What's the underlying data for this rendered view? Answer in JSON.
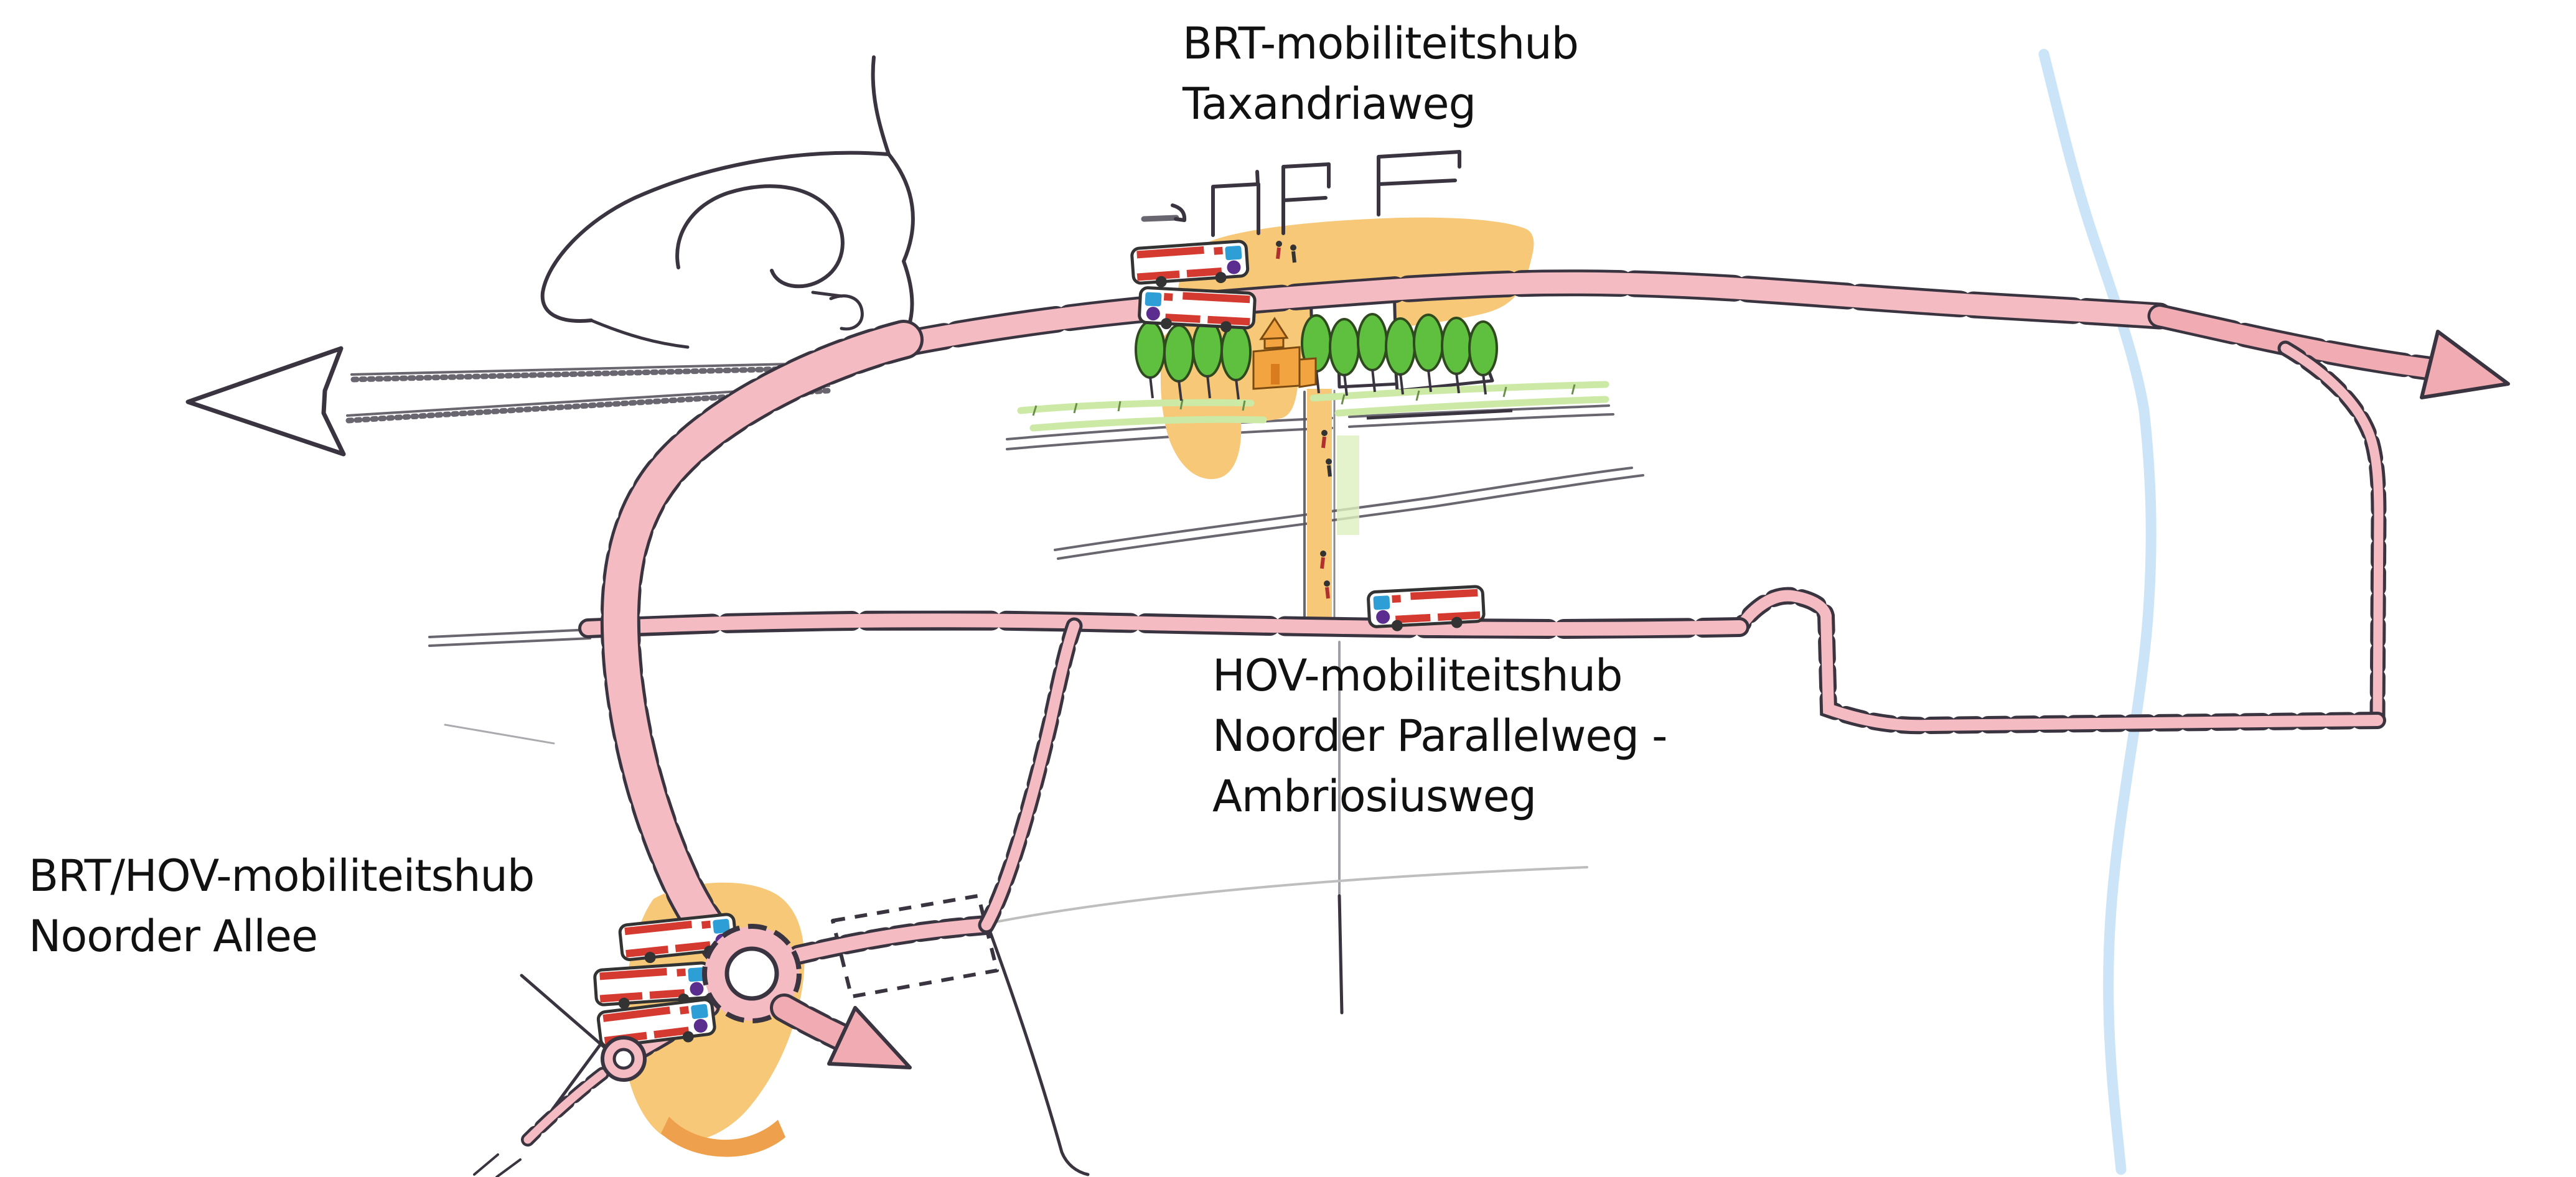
{
  "diagram": {
    "title_context": "Hand-drawn sketch map of BRT/HOV bus routes and mobility hubs",
    "labels": {
      "brt_taxandriaweg": {
        "line1": "BRT-mobiliteitshub",
        "line2": "Taxandriaweg"
      },
      "hov_noorder_parallelweg": {
        "line1": "HOV-mobiliteitshub",
        "line2": "Noorder Parallelweg -",
        "line3": "Ambriosiusweg"
      },
      "brt_hov_noorder_allee": {
        "line1": "BRT/HOV-mobiliteitshub",
        "line2": "Noorder Allee"
      }
    },
    "hubs": [
      {
        "name": "BRT-mobiliteitshub Taxandriaweg",
        "type": "BRT",
        "bus_icons": 2
      },
      {
        "name": "HOV-mobiliteitshub Noorder Parallelweg - Ambriosiusweg",
        "type": "HOV",
        "bus_icons": 1
      },
      {
        "name": "BRT/HOV-mobiliteitshub Noorder Allee",
        "type": "BRT/HOV",
        "bus_icons": 3
      }
    ],
    "colors": {
      "route_pink": "#F4BCC2",
      "route_pink_deep": "#F1ABB3",
      "route_outline": "#3A3440",
      "river_blue": "#CBE4F8",
      "hub_orange": "#F6C877",
      "hub_orange_dark": "#EFA04C",
      "chapel_orange": "#F2A440",
      "chapel_dark": "#D97B1F",
      "tree_green": "#5FBF3F",
      "tree_outline": "#2F4A1E",
      "grass_green": "#CDE9A6",
      "grass_dark": "#6B8F4A",
      "bus_red": "#D43A2F",
      "bus_blue": "#2E9FD6",
      "bus_purple": "#5B2D8E",
      "bus_body": "#FFFFFF",
      "bus_outline": "#333333",
      "road_grey": "#5A5560",
      "faint_grey": "#BEBEBE",
      "text_color": "#111111"
    }
  }
}
